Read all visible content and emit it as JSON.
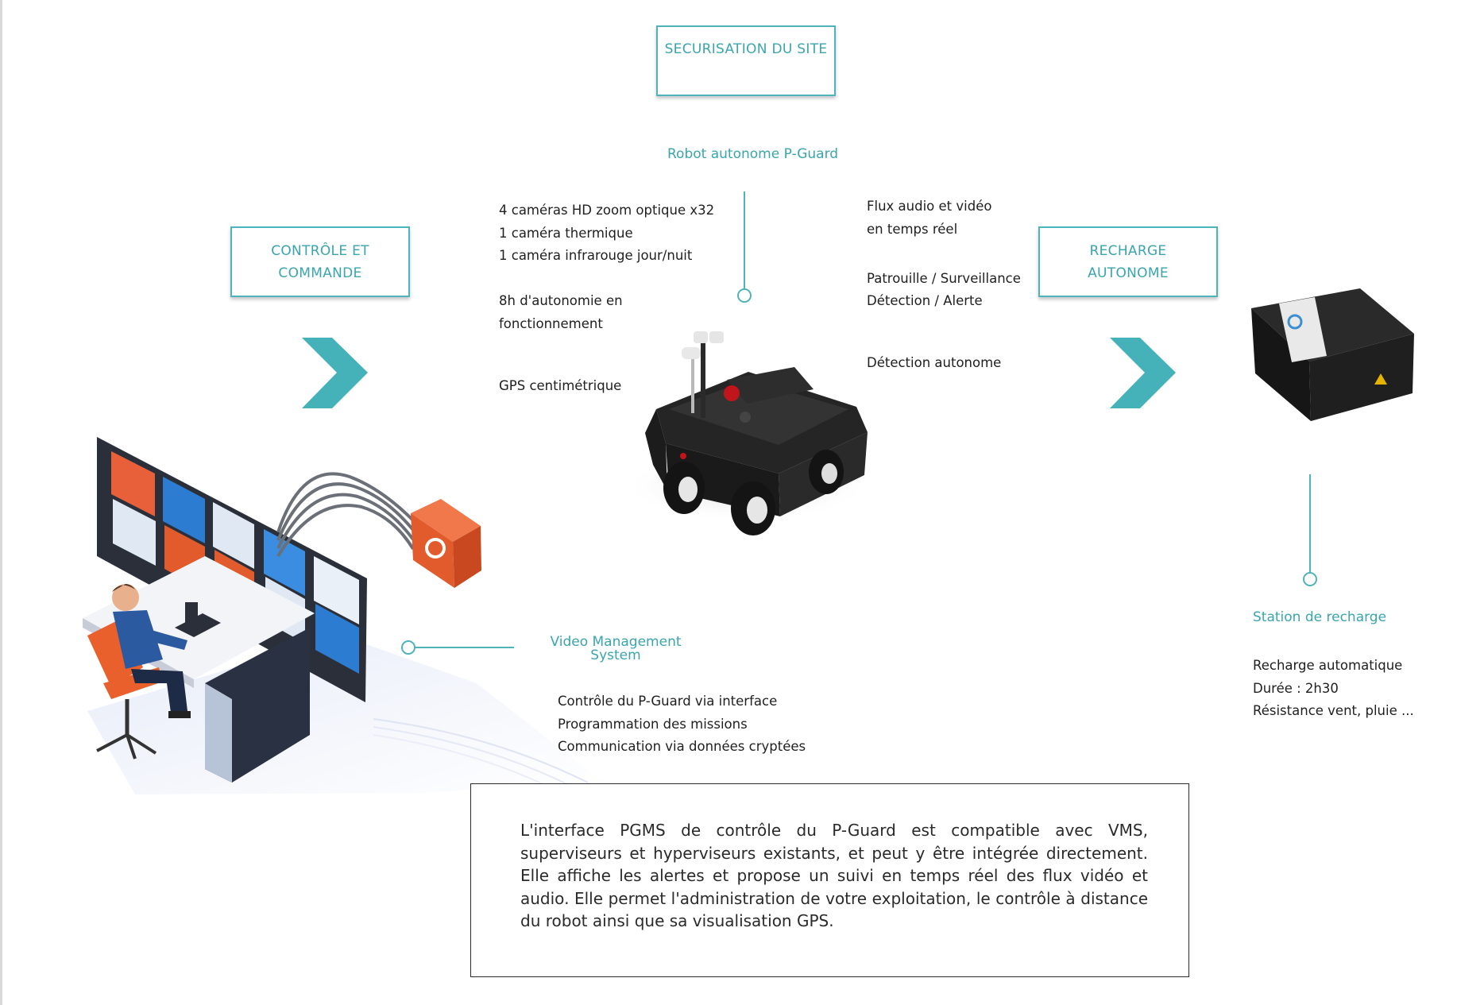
{
  "boxes": {
    "securisation": {
      "line1": "SECURISATION DU SITE"
    },
    "controle": {
      "line1": "CONTRÔLE ET",
      "line2": "COMMANDE"
    },
    "recharge": {
      "line1": "RECHARGE",
      "line2": "AUTONOME"
    }
  },
  "robot": {
    "title": "Robot autonome  P-Guard",
    "features_left": [
      "4 caméras HD zoom optique x32",
      "1 caméra thermique",
      "1 caméra infrarouge jour/nuit",
      "",
      "8h d'autonomie en",
      "fonctionnement",
      "",
      "GPS centimétrique"
    ],
    "features_right": [
      "Flux audio et vidéo",
      "en temps réel",
      "",
      "",
      "Patrouille / Surveillance",
      "Détection / Alerte",
      "",
      "Détection autonome"
    ]
  },
  "vms": {
    "title_line1": "Video Management",
    "title_line2": "System",
    "features": [
      "Contrôle du P-Guard via interface",
      "Programmation des missions",
      "Communication via données cryptées"
    ]
  },
  "station": {
    "title": "Station de recharge",
    "features": [
      "Recharge automatique",
      "Durée : 2h30",
      "Résistance vent, pluie ..."
    ]
  },
  "description": "L'interface PGMS de contrôle du P-Guard est compatible avec VMS, superviseurs et hyperviseurs existants, et peut y être intégrée directement. Elle affiche les alertes et propose un suivi en temps réel des flux vidéo et audio. Elle permet l'administration de votre exploitation, le contrôle à distance du robot ainsi que sa visualisation GPS.",
  "colors": {
    "accent": "#4fb3bb",
    "text": "#1f1f1f"
  },
  "icons": [
    "chevron-right-icon",
    "robot-image",
    "charging-station-image",
    "control-room-illustration"
  ]
}
